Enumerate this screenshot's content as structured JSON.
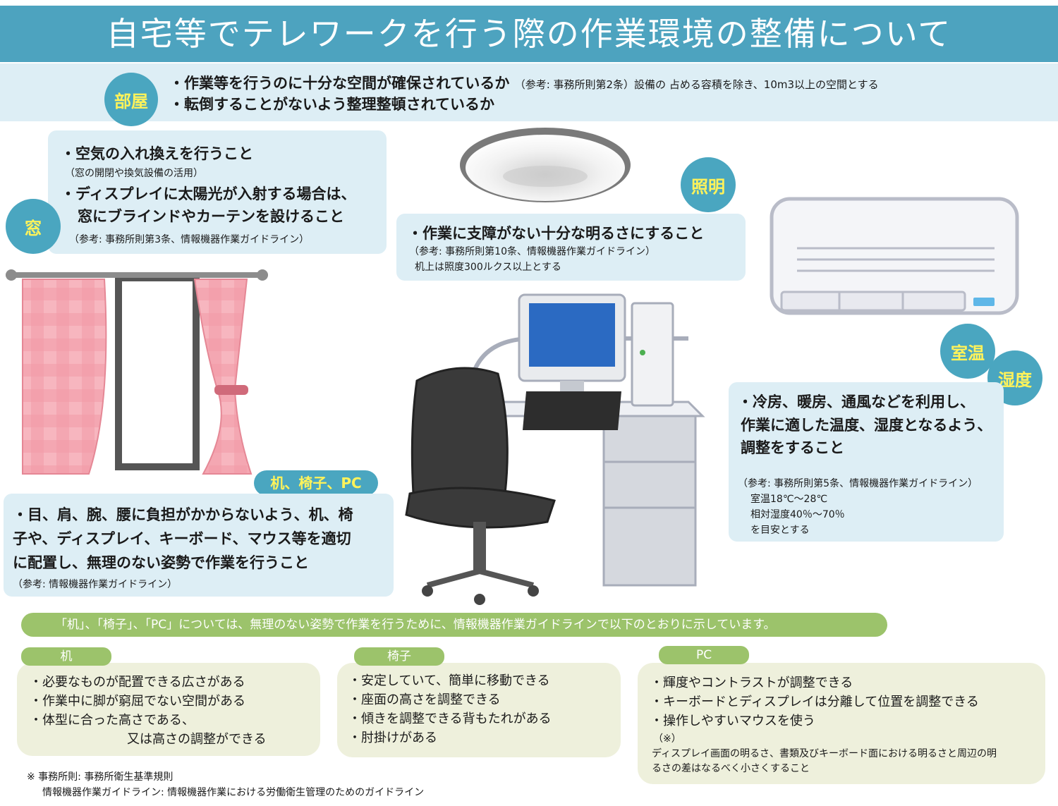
{
  "title": "自宅等でテレワークを行う際の作業環境の整備について",
  "room": {
    "badge": "部屋",
    "line1": "・作業等を行うのに十分な空間が確保されているか",
    "line1_note": "（参考: 事務所則第2条）設備の 占める容積を除き、10m3以上の空間とする",
    "line2": "・転倒することがないよう整理整頓されているか"
  },
  "window": {
    "badge": "窓",
    "item1": "・空気の入れ換えを行うこと",
    "item1_note": "（窓の開閉や換気設備の活用）",
    "item2_line1": "・ディスプレイに太陽光が入射する場合は、",
    "item2_line2": "窓にブラインドやカーテンを設けること",
    "ref": "（参考: 事務所則第3条、情報機器作業ガイドライン）"
  },
  "lighting": {
    "badge": "照明",
    "item": "・作業に支障がない十分な明るさにすること",
    "ref": "（参考: 事務所則第10条、情報機器作業ガイドライン）",
    "note": "机上は照度300ルクス以上とする"
  },
  "temperature": {
    "badge_temp": "室温",
    "badge_humidity": "湿度",
    "line1": "・冷房、暖房、通風などを利用し、",
    "line2": "作業に適した温度、湿度となるよう、",
    "line3": "調整をすること",
    "ref": "（参考: 事務所則第5条、情報機器作業ガイドライン）",
    "note1": "室温18℃～28℃",
    "note2": "相対湿度40％～70％",
    "note3": "を目安とする"
  },
  "desk_chair_pc": {
    "tag": "机、椅子、PC",
    "line1": "・目、肩、腕、腰に負担がかからないよう、机、椅",
    "line2": "子や、ディスプレイ、キーボード、マウス等を適切",
    "line3": "に配置し、無理のない姿勢で作業を行うこと",
    "ref": "（参考: 情報機器作業ガイドライン）"
  },
  "guideline_banner": "「机」、「椅子」、「PC」については、無理のない姿勢で作業を行うために、情報機器作業ガイドラインで以下のとおりに示しています。",
  "panels": {
    "desk": {
      "label": "机",
      "items": [
        "・必要なものが配置できる広さがある",
        "・作業中に脚が窮屈でない空間がある",
        "・体型に合った高さである、"
      ],
      "continuation": "又は高さの調整ができる"
    },
    "chair": {
      "label": "椅子",
      "items": [
        "・安定していて、簡単に移動できる",
        "・座面の高さを調整できる",
        "・傾きを調整できる背もたれがある",
        "・肘掛けがある"
      ]
    },
    "pc": {
      "label": "PC",
      "items": [
        "・輝度やコントラストが調整できる",
        "・キーボードとディスプレイは分離して位置を調整できる",
        "・操作しやすいマウスを使う"
      ],
      "note_mark": "（※）",
      "note_line1": "ディスプレイ画面の明るさ、書類及びキーボード面における明るさと周辺の明",
      "note_line2": "るさの差はなるべく小さくすること"
    }
  },
  "footnote": {
    "line1": "※ 事務所則: 事務所衛生基準規則",
    "line2": "情報機器作業ガイドライン: 情報機器作業における労働衛生管理のためのガイドライン"
  },
  "colors": {
    "title_bg": "#4da3bf",
    "badge_bg": "#4aa6c0",
    "badge_text": "#fff35a",
    "info_box_bg": "#ddeef5",
    "green": "#9cc36b",
    "cream": "#eef0dc"
  }
}
